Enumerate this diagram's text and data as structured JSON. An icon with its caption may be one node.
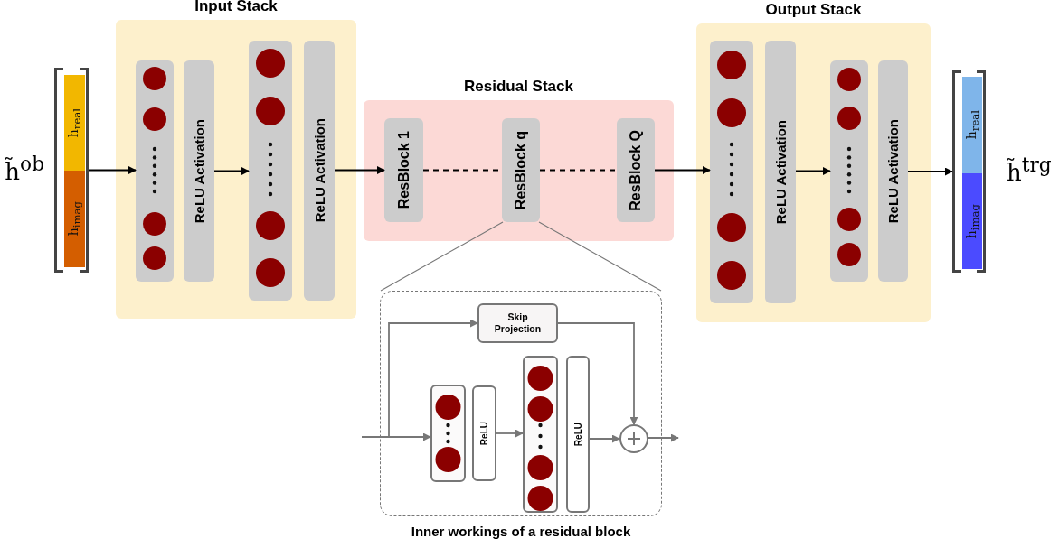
{
  "diagram": {
    "nodes": [
      {
        "text": [],
        "shape": "box",
        "beside": [
          "h̃$^{ob}$"
        ]
      },
      {
        "text": [
          "h$_{real}$"
        ],
        "in": 0
      },
      {
        "text": [
          "h$_{imag}$"
        ],
        "in": 0
      },
      {
        "text": [
          "Input Stack"
        ]
      },
      {
        "text": [],
        "shape": "box",
        "in": 3
      },
      {
        "text": [
          "ReLU Activation"
        ],
        "in": 3
      },
      {
        "text": [],
        "shape": "box",
        "in": 3
      },
      {
        "text": [
          "ReLU Activation"
        ],
        "in": 3
      },
      {
        "text": [
          "Residual Stack"
        ]
      },
      {
        "text": [
          "ResBlock 1"
        ],
        "in": 8
      },
      {
        "text": [
          "ResBlock q"
        ],
        "in": 8
      },
      {
        "text": [
          "ResBlock Q"
        ],
        "in": 8
      },
      {
        "text": [
          "Output Stack"
        ]
      },
      {
        "text": [],
        "shape": "box",
        "in": 12
      },
      {
        "text": [
          "ReLU Activation"
        ],
        "in": 12
      },
      {
        "text": [],
        "shape": "box",
        "in": 12
      },
      {
        "text": [
          "ReLU Activation"
        ],
        "in": 12
      },
      {
        "text": [],
        "shape": "box",
        "beside": [
          "h̃$^{trg}$"
        ]
      },
      {
        "text": [
          "h$_{real}$"
        ],
        "in": 17
      },
      {
        "text": [
          "h$_{imag}$"
        ],
        "in": 17
      },
      {
        "text": [
          "Inner workings of a residual block"
        ]
      },
      {
        "text": [
          "Skip Projection"
        ],
        "in": 20
      },
      {
        "text": [],
        "shape": "box",
        "in": 20
      },
      {
        "text": [
          "ReLU"
        ],
        "in": 20
      },
      {
        "text": [],
        "shape": "box",
        "in": 20
      },
      {
        "text": [
          "ReLU"
        ],
        "in": 20
      },
      {
        "text": [],
        "shape": "circle",
        "in": 20
      }
    ],
    "edges": [
      {
        "from": 0,
        "to": 4,
        "arrow": "to"
      },
      {
        "from": 5,
        "to": 6,
        "arrow": "to"
      },
      {
        "from": 7,
        "to": 9,
        "arrow": "to"
      },
      {
        "from": 9,
        "to": 10,
        "arrow": "none",
        "style": "dashed"
      },
      {
        "from": 10,
        "to": 11,
        "arrow": "none",
        "style": "dashed"
      },
      {
        "from": 11,
        "to": 13,
        "arrow": "to"
      },
      {
        "from": 14,
        "to": 15,
        "arrow": "to"
      },
      {
        "from": 16,
        "to": 17,
        "arrow": "to"
      },
      {
        "from": 10,
        "to": 20,
        "arrow": "none",
        "color": "#777777"
      },
      {
        "from": 10,
        "to": 20,
        "arrow": "none",
        "color": "#777777"
      },
      {
        "from": null,
        "to": 22,
        "arrow": "to",
        "color": "#777777"
      },
      {
        "from": null,
        "to": 21,
        "arrow": "to",
        "color": "#777777"
      },
      {
        "from": 23,
        "to": 24,
        "arrow": "to",
        "color": "#777777"
      },
      {
        "from": 25,
        "to": 26,
        "arrow": "to",
        "color": "#777777"
      },
      {
        "from": 21,
        "to": 26,
        "arrow": "to",
        "color": "#777777"
      },
      {
        "from": 26,
        "to": null,
        "arrow": "to",
        "color": "#777777"
      }
    ]
  }
}
